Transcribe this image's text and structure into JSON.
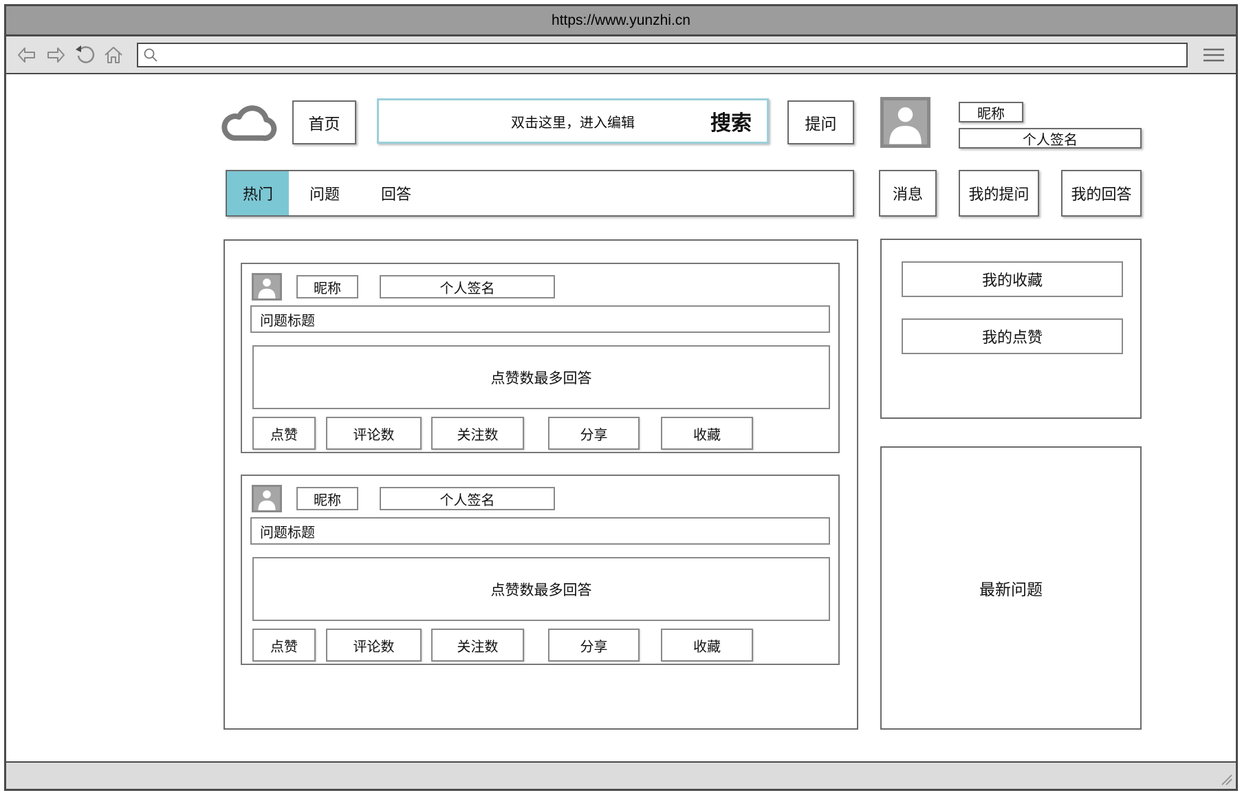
{
  "browser": {
    "url": "https://www.yunzhi.cn",
    "address_value": "",
    "icons": {
      "back": "back-arrow-icon",
      "forward": "forward-arrow-icon",
      "refresh": "refresh-icon",
      "home": "home-icon",
      "address_search": "magnifier-icon",
      "menu": "hamburger-icon"
    }
  },
  "header": {
    "logo_icon": "cloud-icon",
    "home_label": "首页",
    "search": {
      "placeholder": "双击这里，进入编辑",
      "button_label": "搜索"
    },
    "ask_label": "提问",
    "user": {
      "avatar_icon": "person-icon",
      "nickname": "昵称",
      "signature": "个人签名"
    }
  },
  "nav": {
    "tabs": [
      {
        "label": "热门",
        "active": true
      },
      {
        "label": "问题",
        "active": false
      },
      {
        "label": "回答",
        "active": false
      }
    ],
    "messages_label": "消息",
    "my_questions_label": "我的提问",
    "my_answers_label": "我的回答"
  },
  "feed": {
    "cards": [
      {
        "avatar_icon": "person-icon",
        "nickname": "昵称",
        "signature": "个人签名",
        "question_title": "问题标题",
        "top_answer": "点赞数最多回答",
        "actions": [
          "点赞",
          "评论数",
          "关注数",
          "分享",
          "收藏"
        ]
      },
      {
        "avatar_icon": "person-icon",
        "nickname": "昵称",
        "signature": "个人签名",
        "question_title": "问题标题",
        "top_answer": "点赞数最多回答",
        "actions": [
          "点赞",
          "评论数",
          "关注数",
          "分享",
          "收藏"
        ]
      }
    ]
  },
  "sidebar": {
    "favorites_label": "我的收藏",
    "likes_label": "我的点赞",
    "latest_label": "最新问题"
  },
  "colors": {
    "accent_teal": "#7cc7d4",
    "search_border": "#9ccfda",
    "titlebar_gray": "#9c9c9c",
    "toolbar_gray": "#e2e2e2",
    "statusbar_gray": "#dcdcdc",
    "window_border": "#4a4a4a"
  }
}
